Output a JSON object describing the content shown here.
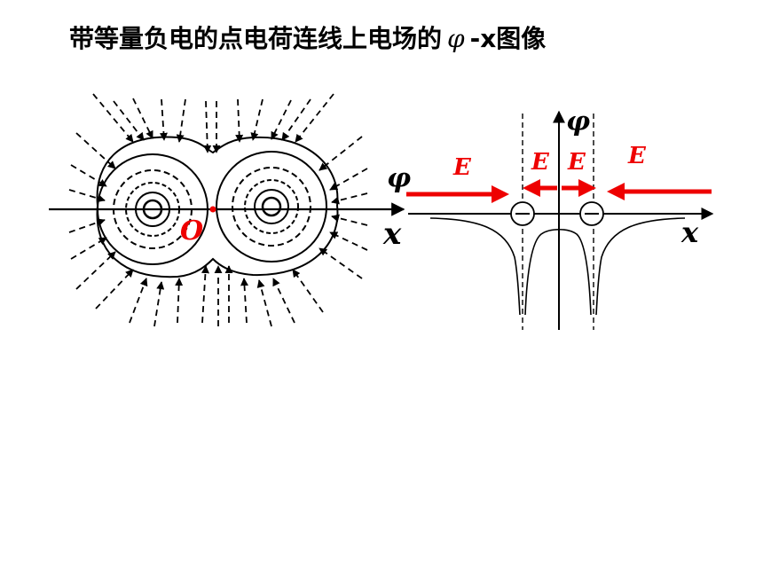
{
  "title": {
    "prefix": "带等量负电的点电荷连线上电场的",
    "phi": "φ",
    "suffix": "-x图像"
  },
  "left_diagram": {
    "origin_label": "O",
    "axis_x_label": "x",
    "axis_phi_label": "φ"
  },
  "right_graph": {
    "axis_phi_label": "φ",
    "axis_x_label": "x",
    "field_labels": [
      "E",
      "E",
      "E",
      "E"
    ],
    "charge_sign": "−"
  },
  "colors": {
    "accent_red": "#ee0000",
    "ink": "#000000"
  }
}
